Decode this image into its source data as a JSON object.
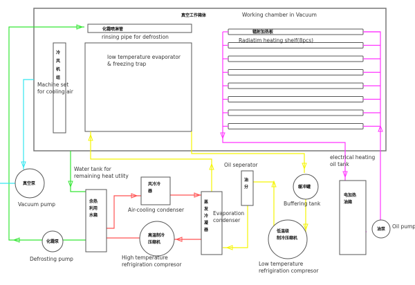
{
  "colors": {
    "green": "#33e633",
    "cyan": "#33e6f0",
    "yellow": "#f5f500",
    "red": "#ff5050",
    "magenta": "#ff33ff",
    "outline": "#555555"
  },
  "chamber": {
    "title_cn": "真空工作箱体",
    "title_en": "Working chamber in Vacuum"
  },
  "rinsing_pipe": {
    "cn": "化霜喷淋管",
    "en": "rinsing pipe for defrostion"
  },
  "evaporator": {
    "en_line1": "low temperature evaporator",
    "en_line2": "& freezing trap"
  },
  "cooling_machine": {
    "cn": [
      "冷",
      "风",
      "机",
      "组"
    ],
    "en_line1": "Machine set",
    "en_line2": "for cooling air"
  },
  "heating_shelf": {
    "cn": "辐射加热板",
    "en": "Radiatim heating shelf(8pcs)",
    "count": 8
  },
  "vacuum_pump": {
    "cn": "真空泵",
    "en": "Vacuum pump"
  },
  "defrosting_pump": {
    "cn": "化霜泵",
    "en": "Defrosting pump"
  },
  "water_tank": {
    "cn": [
      "余热",
      "利用",
      "水箱"
    ],
    "en_line1": "Water tank for",
    "en_line2": "remaining heat utlity"
  },
  "air_condenser": {
    "cn": [
      "风冷冷",
      "器"
    ],
    "en": "Air-cooling condenser"
  },
  "high_compressor": {
    "cn": [
      "高温制冷",
      "压缩机"
    ],
    "en_line1": "High temperature",
    "en_line2": "refrigiration compresor"
  },
  "evap_condenser": {
    "cn": [
      "蒸",
      "发",
      "冷",
      "凝",
      "器"
    ],
    "en_line1": "Evaporation",
    "en_line2": "condenser"
  },
  "oil_separator": {
    "cn": [
      "油",
      "分"
    ],
    "en": "Oil seperator"
  },
  "buffer_tank": {
    "cn": "缓冲罐",
    "en": "Buffering tank"
  },
  "low_compressor": {
    "cn": [
      "低温级",
      "制冷压缩机"
    ],
    "en_line1": "Low temperature",
    "en_line2": "refrigiration compresor"
  },
  "oil_tank": {
    "cn": [
      "电加热",
      "油箱"
    ],
    "en_line1": "electrical heating",
    "en_line2": "oil tank"
  },
  "oil_pump": {
    "cn": "油泵",
    "en": "Oil pump"
  }
}
